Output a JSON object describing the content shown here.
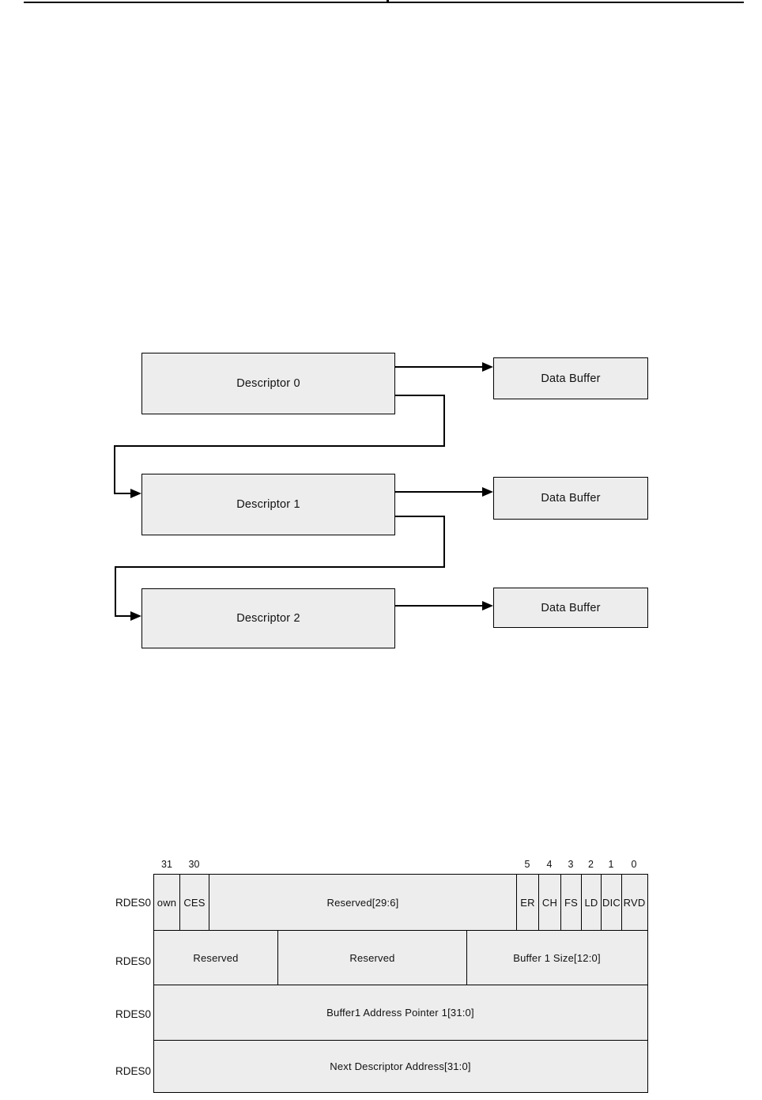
{
  "diagram": {
    "descriptors": [
      {
        "label": "Descriptor 0"
      },
      {
        "label": "Descriptor 1"
      },
      {
        "label": "Descriptor 2"
      }
    ],
    "buffers": [
      {
        "label": "Data Buffer"
      },
      {
        "label": "Data Buffer"
      },
      {
        "label": "Data Buffer"
      }
    ]
  },
  "register_table": {
    "rows": [
      {
        "label": "RDES0",
        "cells": [
          {
            "text": "own",
            "bit": "31"
          },
          {
            "text": "CES",
            "bit": "30"
          },
          {
            "text": "Reserved[29:6]",
            "bit": ""
          },
          {
            "text": "ER",
            "bit": "5"
          },
          {
            "text": "CH",
            "bit": "4"
          },
          {
            "text": "FS",
            "bit": "3"
          },
          {
            "text": "LD",
            "bit": "2"
          },
          {
            "text": "DIC",
            "bit": "1"
          },
          {
            "text": "RVD",
            "bit": "0"
          }
        ]
      },
      {
        "label": "RDES0",
        "cells": [
          {
            "text": "Reserved"
          },
          {
            "text": "Reserved"
          },
          {
            "text": "Buffer 1 Size[12:0]"
          }
        ]
      },
      {
        "label": "RDES0",
        "cells": [
          {
            "text": "Buffer1 Address Pointer 1[31:0]"
          }
        ]
      },
      {
        "label": "RDES0",
        "cells": [
          {
            "text": "Next Descriptor Address[31:0]"
          }
        ]
      }
    ]
  },
  "colors": {
    "box_fill": "#ededed",
    "line": "#000000",
    "background": "#ffffff"
  }
}
